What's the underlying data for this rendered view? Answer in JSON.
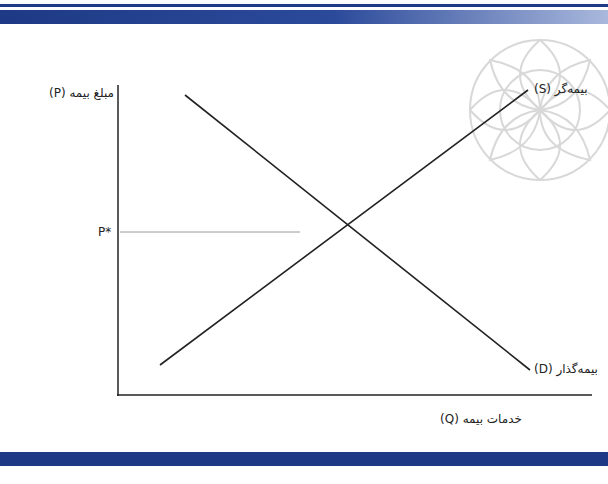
{
  "diagram": {
    "labels": [
      "مبلغ بیمه (P)",
      "P*",
      "بیمه‌گر (S)",
      "بیمه‌گذار (D)",
      "خدمات بیمه (Q)"
    ]
  }
}
